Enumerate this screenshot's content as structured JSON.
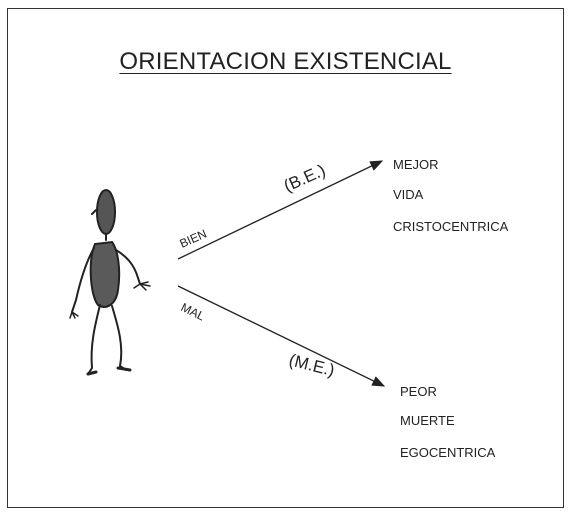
{
  "title": "ORIENTACION EXISTENCIAL",
  "upper_branch": {
    "label": "BIEN",
    "abbr": "(B.E.)",
    "outcomes": [
      "MEJOR",
      "VIDA",
      "CRISTOCENTRICA"
    ]
  },
  "lower_branch": {
    "label": "MAL",
    "abbr": "(M.E.)",
    "outcomes": [
      "PEOR",
      "MUERTE",
      "EGOCENTRICA"
    ]
  }
}
